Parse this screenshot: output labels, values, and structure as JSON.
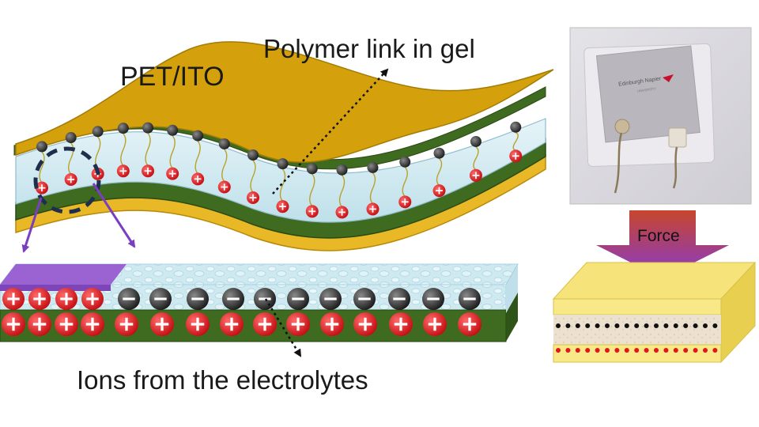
{
  "labels": {
    "pet_ito": "PET/ITO",
    "polymer_link": "Polymer link in gel",
    "ions": "Ions from the electrolytes",
    "force": "Force"
  },
  "photo": {
    "brand_text": "Edinburgh Napier",
    "brand_subtext": "UNIVERSITY"
  },
  "colors": {
    "pet_ito_layer": "#d4a10c",
    "green_layer": "#3e6b1f",
    "gel": "#d5ecf2",
    "positive_ion": "#e0161b",
    "negative_ion": "#1a1a1a",
    "purple_electrode": "#8e4fc0",
    "arrow_purple": "#7a3fc0",
    "force_top": "#c8462c",
    "force_bottom": "#8b3dd0",
    "sensor_yellow": "#f6e37a"
  },
  "icons": {
    "positive": "plus-sign",
    "negative": "minus-sign"
  }
}
